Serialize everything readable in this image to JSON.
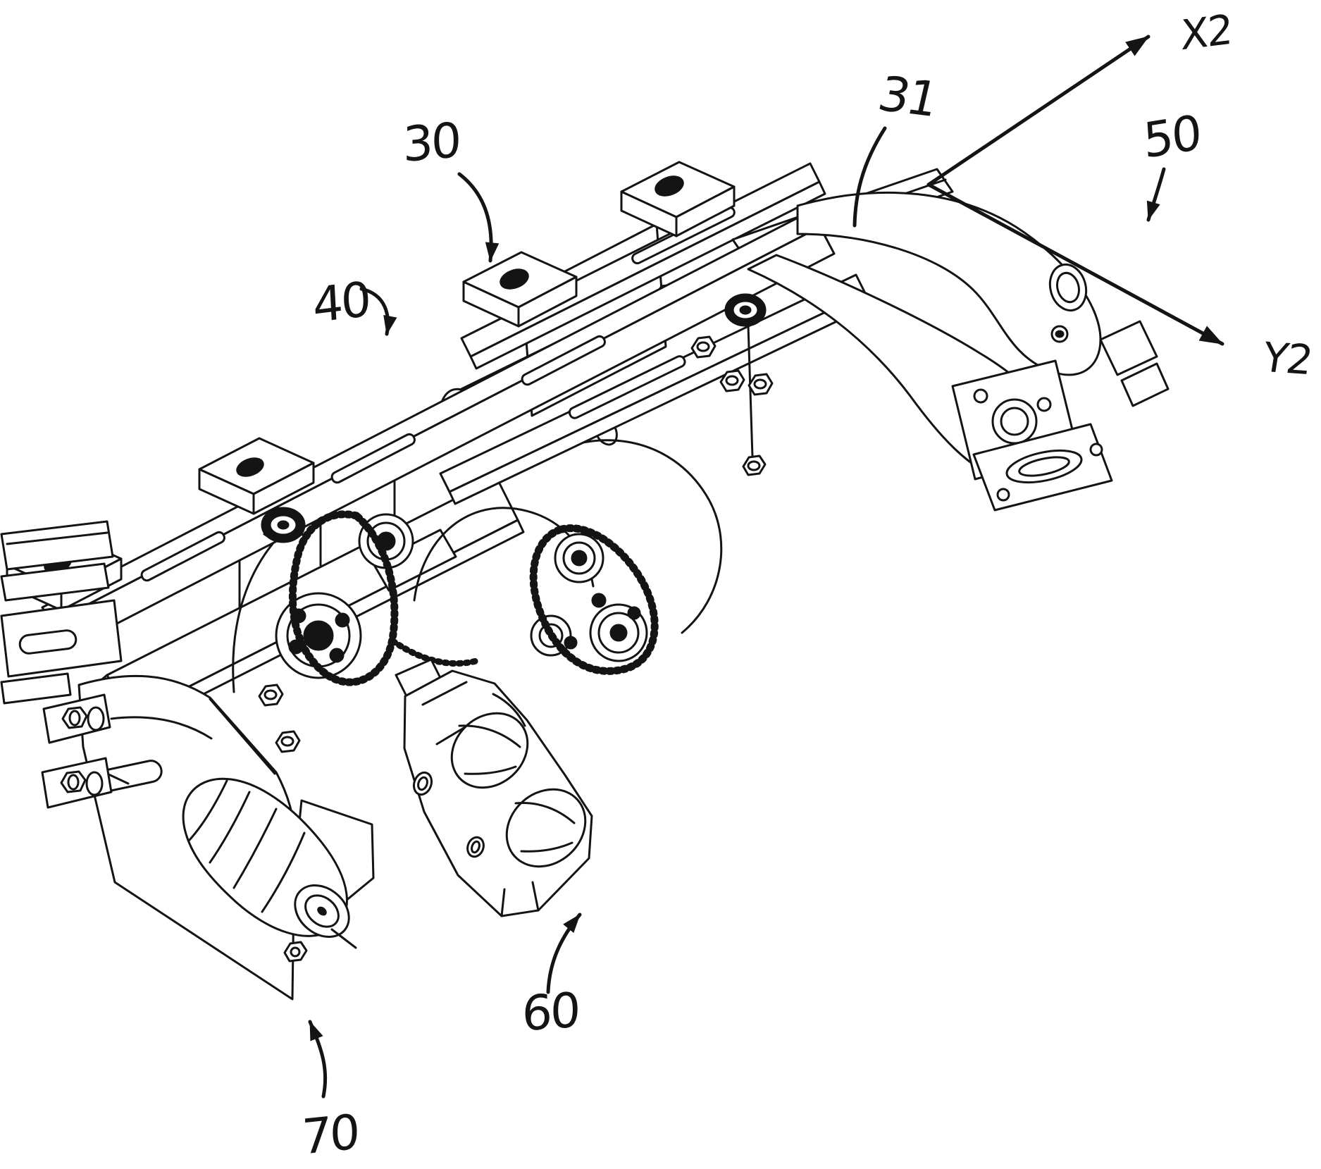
{
  "figure": {
    "background_color": "#ffffff",
    "ink_color": "#141414",
    "reference_labels": {
      "n30": "30",
      "n31": "31",
      "n40": "40",
      "n50": "50",
      "n60": "60",
      "n70": "70"
    },
    "axes": {
      "x_label": "X2",
      "y_label": "Y2"
    }
  }
}
